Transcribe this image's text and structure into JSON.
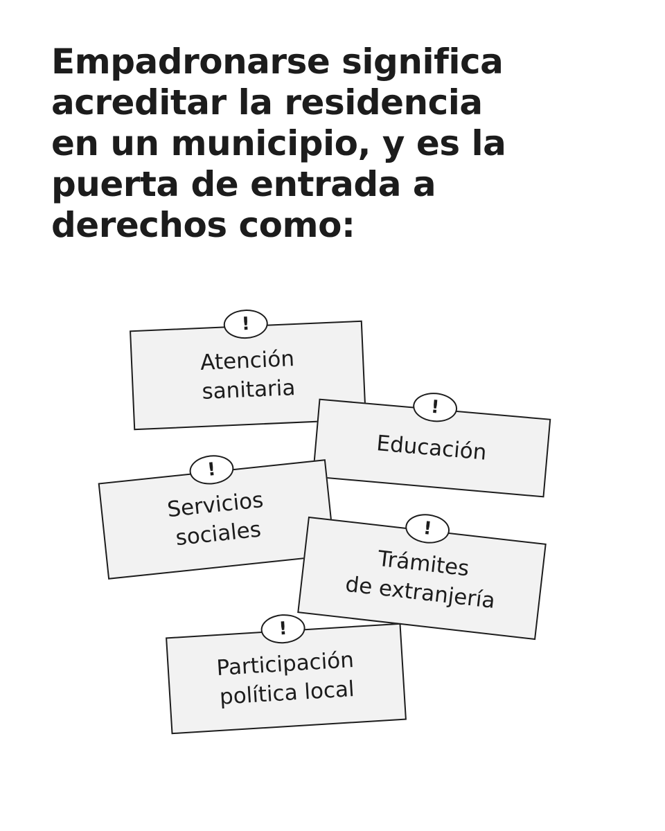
{
  "headline": "Empadronarse significa acreditar la residencia en un municipio, y es la puerta de entrada a derechos como:",
  "badge_symbol": "!",
  "cards": [
    {
      "label": "Atención\nsanitaria"
    },
    {
      "label": "Educación"
    },
    {
      "label": "Servicios\nsociales"
    },
    {
      "label": "Trámites\nde extranjería"
    },
    {
      "label": "Participación\npolítica local"
    }
  ],
  "colors": {
    "text": "#1c1c1c",
    "card_fill": "#f2f2f2",
    "badge_fill": "#ffffff",
    "background": "#ffffff"
  },
  "icons": {
    "badge": "exclamation-icon"
  }
}
